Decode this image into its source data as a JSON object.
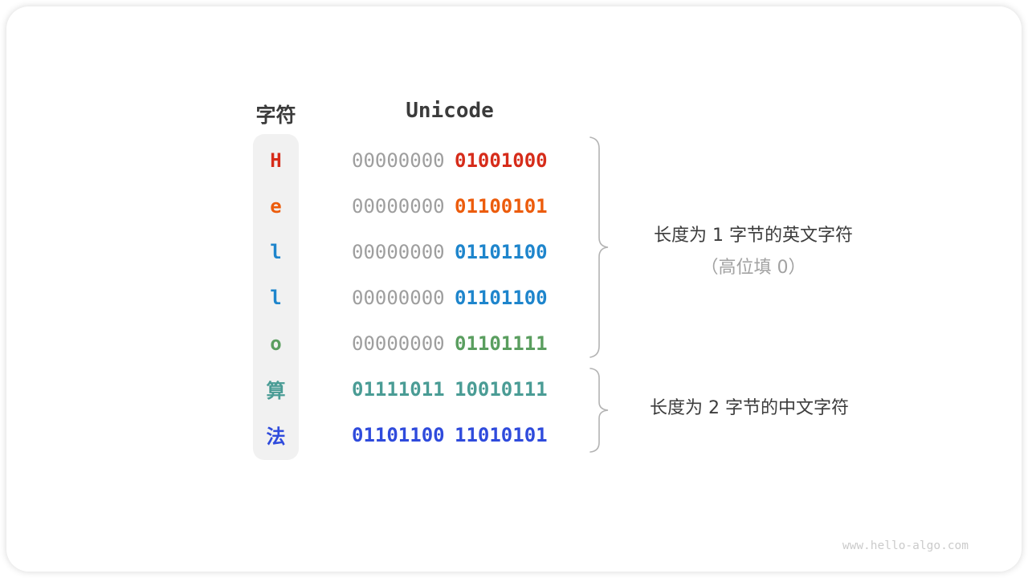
{
  "figure": {
    "headers": {
      "char": "字符",
      "unicode": "Unicode"
    },
    "rows": [
      {
        "char": "H",
        "char_color": "#d62c1a",
        "byte1": "00000000",
        "byte1_color": "#9e9e9e",
        "byte1_weight": "400",
        "byte2": "01001000",
        "byte2_color": "#d62c1a"
      },
      {
        "char": "e",
        "char_color": "#ec5c0c",
        "byte1": "00000000",
        "byte1_color": "#9e9e9e",
        "byte1_weight": "400",
        "byte2": "01100101",
        "byte2_color": "#ec5c0c"
      },
      {
        "char": "l",
        "char_color": "#1e85cc",
        "byte1": "00000000",
        "byte1_color": "#9e9e9e",
        "byte1_weight": "400",
        "byte2": "01101100",
        "byte2_color": "#1e85cc"
      },
      {
        "char": "l",
        "char_color": "#1e85cc",
        "byte1": "00000000",
        "byte1_color": "#9e9e9e",
        "byte1_weight": "400",
        "byte2": "01101100",
        "byte2_color": "#1e85cc"
      },
      {
        "char": "o",
        "char_color": "#5a9e5f",
        "byte1": "00000000",
        "byte1_color": "#9e9e9e",
        "byte1_weight": "400",
        "byte2": "01101111",
        "byte2_color": "#5a9e5f"
      },
      {
        "char": "算",
        "char_color": "#4a9c95",
        "byte1": "01111011",
        "byte1_color": "#4a9c95",
        "byte1_weight": "700",
        "byte2": "10010111",
        "byte2_color": "#4a9c95"
      },
      {
        "char": "法",
        "char_color": "#2f4bdc",
        "byte1": "01101100",
        "byte1_color": "#2f4bdc",
        "byte1_weight": "700",
        "byte2": "11010101",
        "byte2_color": "#2f4bdc"
      }
    ],
    "annotations": {
      "group1_line1": "长度为 1 字节的英文字符",
      "group1_line2": "（高位填 0）",
      "group2": "长度为 2 字节的中文字符"
    },
    "watermark": "www.hello-algo.com",
    "colors": {
      "text_dark": "#3b3b3b",
      "padding_zero_gray": "#9e9e9e",
      "strip_background": "#f1f1f1",
      "brace_gray": "#b3b3b3",
      "annotation_gray": "#a2a2a2",
      "watermark_gray": "#cbcbcb"
    }
  }
}
